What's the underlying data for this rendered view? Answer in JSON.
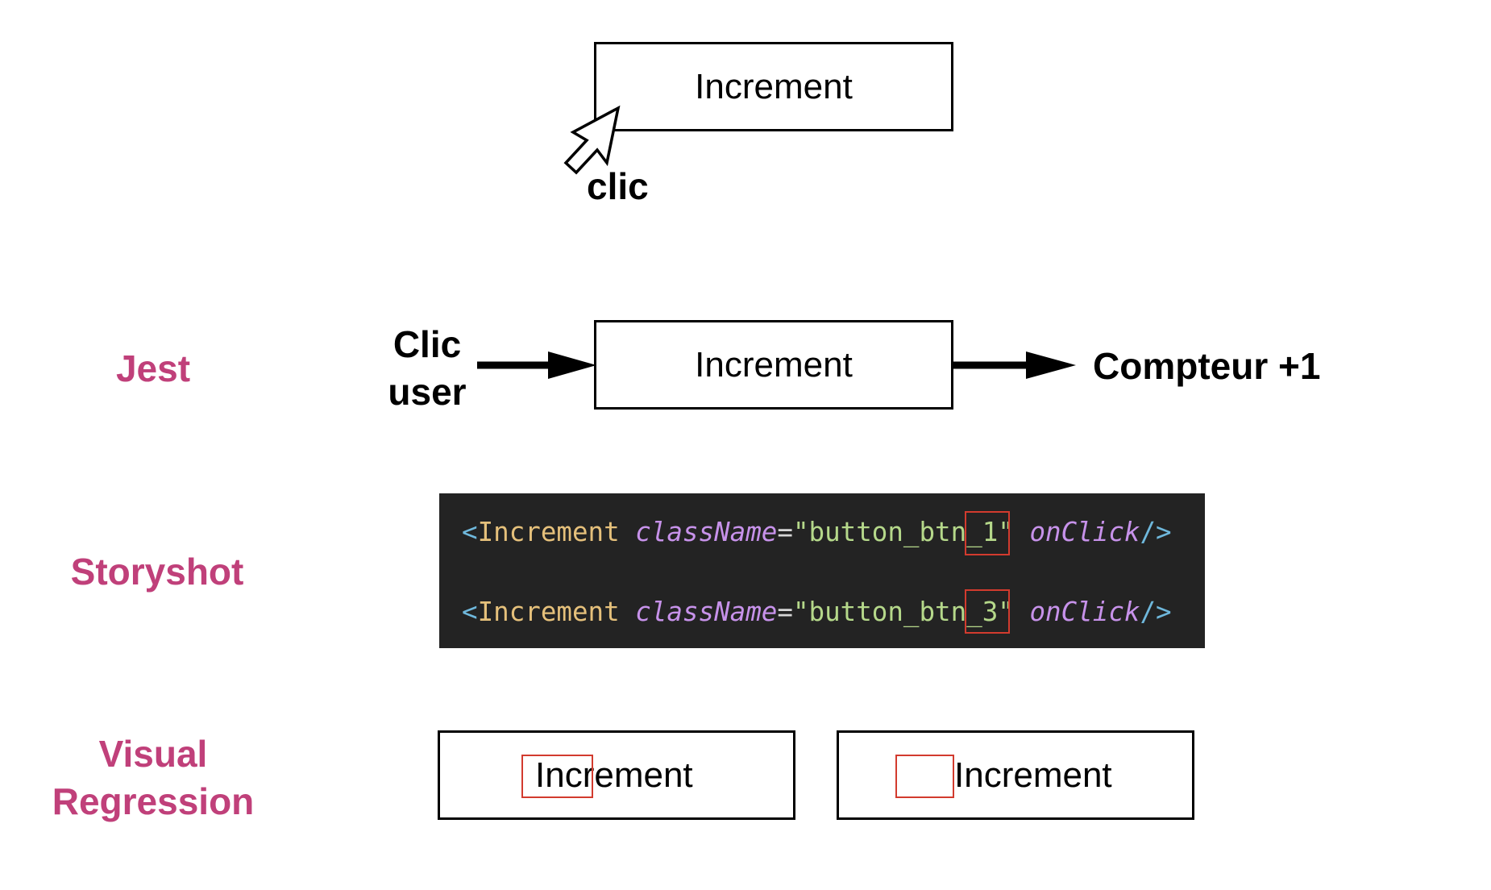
{
  "top": {
    "button_label": "Increment",
    "click_label": "clic"
  },
  "jest": {
    "label": "Jest",
    "input_line1": "Clic",
    "input_line2": "user",
    "button_label": "Increment",
    "output_label": "Compteur +1"
  },
  "storyshot": {
    "label": "Storyshot",
    "lines": [
      {
        "open": "<",
        "tag": "Increment",
        "attr1": "className",
        "eq": "=",
        "str_prefix": "\"button_bt",
        "str_diff": "n_1",
        "str_suffix": "\"",
        "attr2": "onClick",
        "close": "/>"
      },
      {
        "open": "<",
        "tag": "Increment",
        "attr1": "className",
        "eq": "=",
        "str_prefix": "\"button_bt",
        "str_diff": "n_3",
        "str_suffix": "\"",
        "attr2": "onClick",
        "close": "/>"
      }
    ]
  },
  "visual_regression": {
    "label_line1": "Visual",
    "label_line2": "Regression",
    "left_button_label": "Increment",
    "right_button_label": "Increment"
  },
  "colors": {
    "section_label": "#c0407a",
    "highlight": "#d23b2e",
    "code_bg": "#232323"
  }
}
